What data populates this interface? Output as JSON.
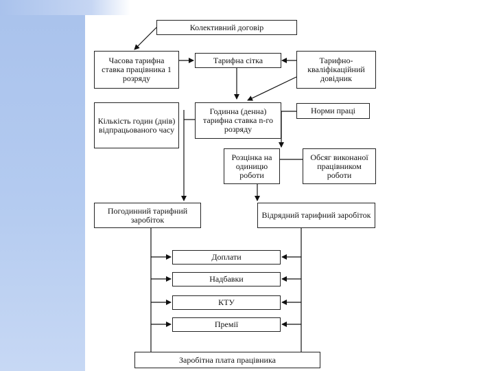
{
  "diagram": {
    "nodes": {
      "collective_agreement": "Колективний договір",
      "hourly_rate_grade1": "Часова тарифна ставка працівника 1 розряду",
      "tariff_grid": "Тарифна сітка",
      "qualification_directory": "Тарифно-кваліфікаційний довідник",
      "hours_worked": "Кількість годин (днів) відпрацьованого часу",
      "hourly_rate_grade_n": "Годинна (денна) тарифна ставка n-го розряду",
      "labor_norms": "Норми праці",
      "piece_rate": "Розцінка на одиницю роботи",
      "work_volume": "Обсяг виконаної працівником роботи",
      "time_wage": "Погодинний тарифний заробіток",
      "piece_wage": "Відрядний тарифний заробіток",
      "surcharges": "Доплати",
      "allowances": "Надбавки",
      "ktu": "КТУ",
      "bonuses": "Премії",
      "worker_salary": "Заробітна плата працівника"
    }
  }
}
